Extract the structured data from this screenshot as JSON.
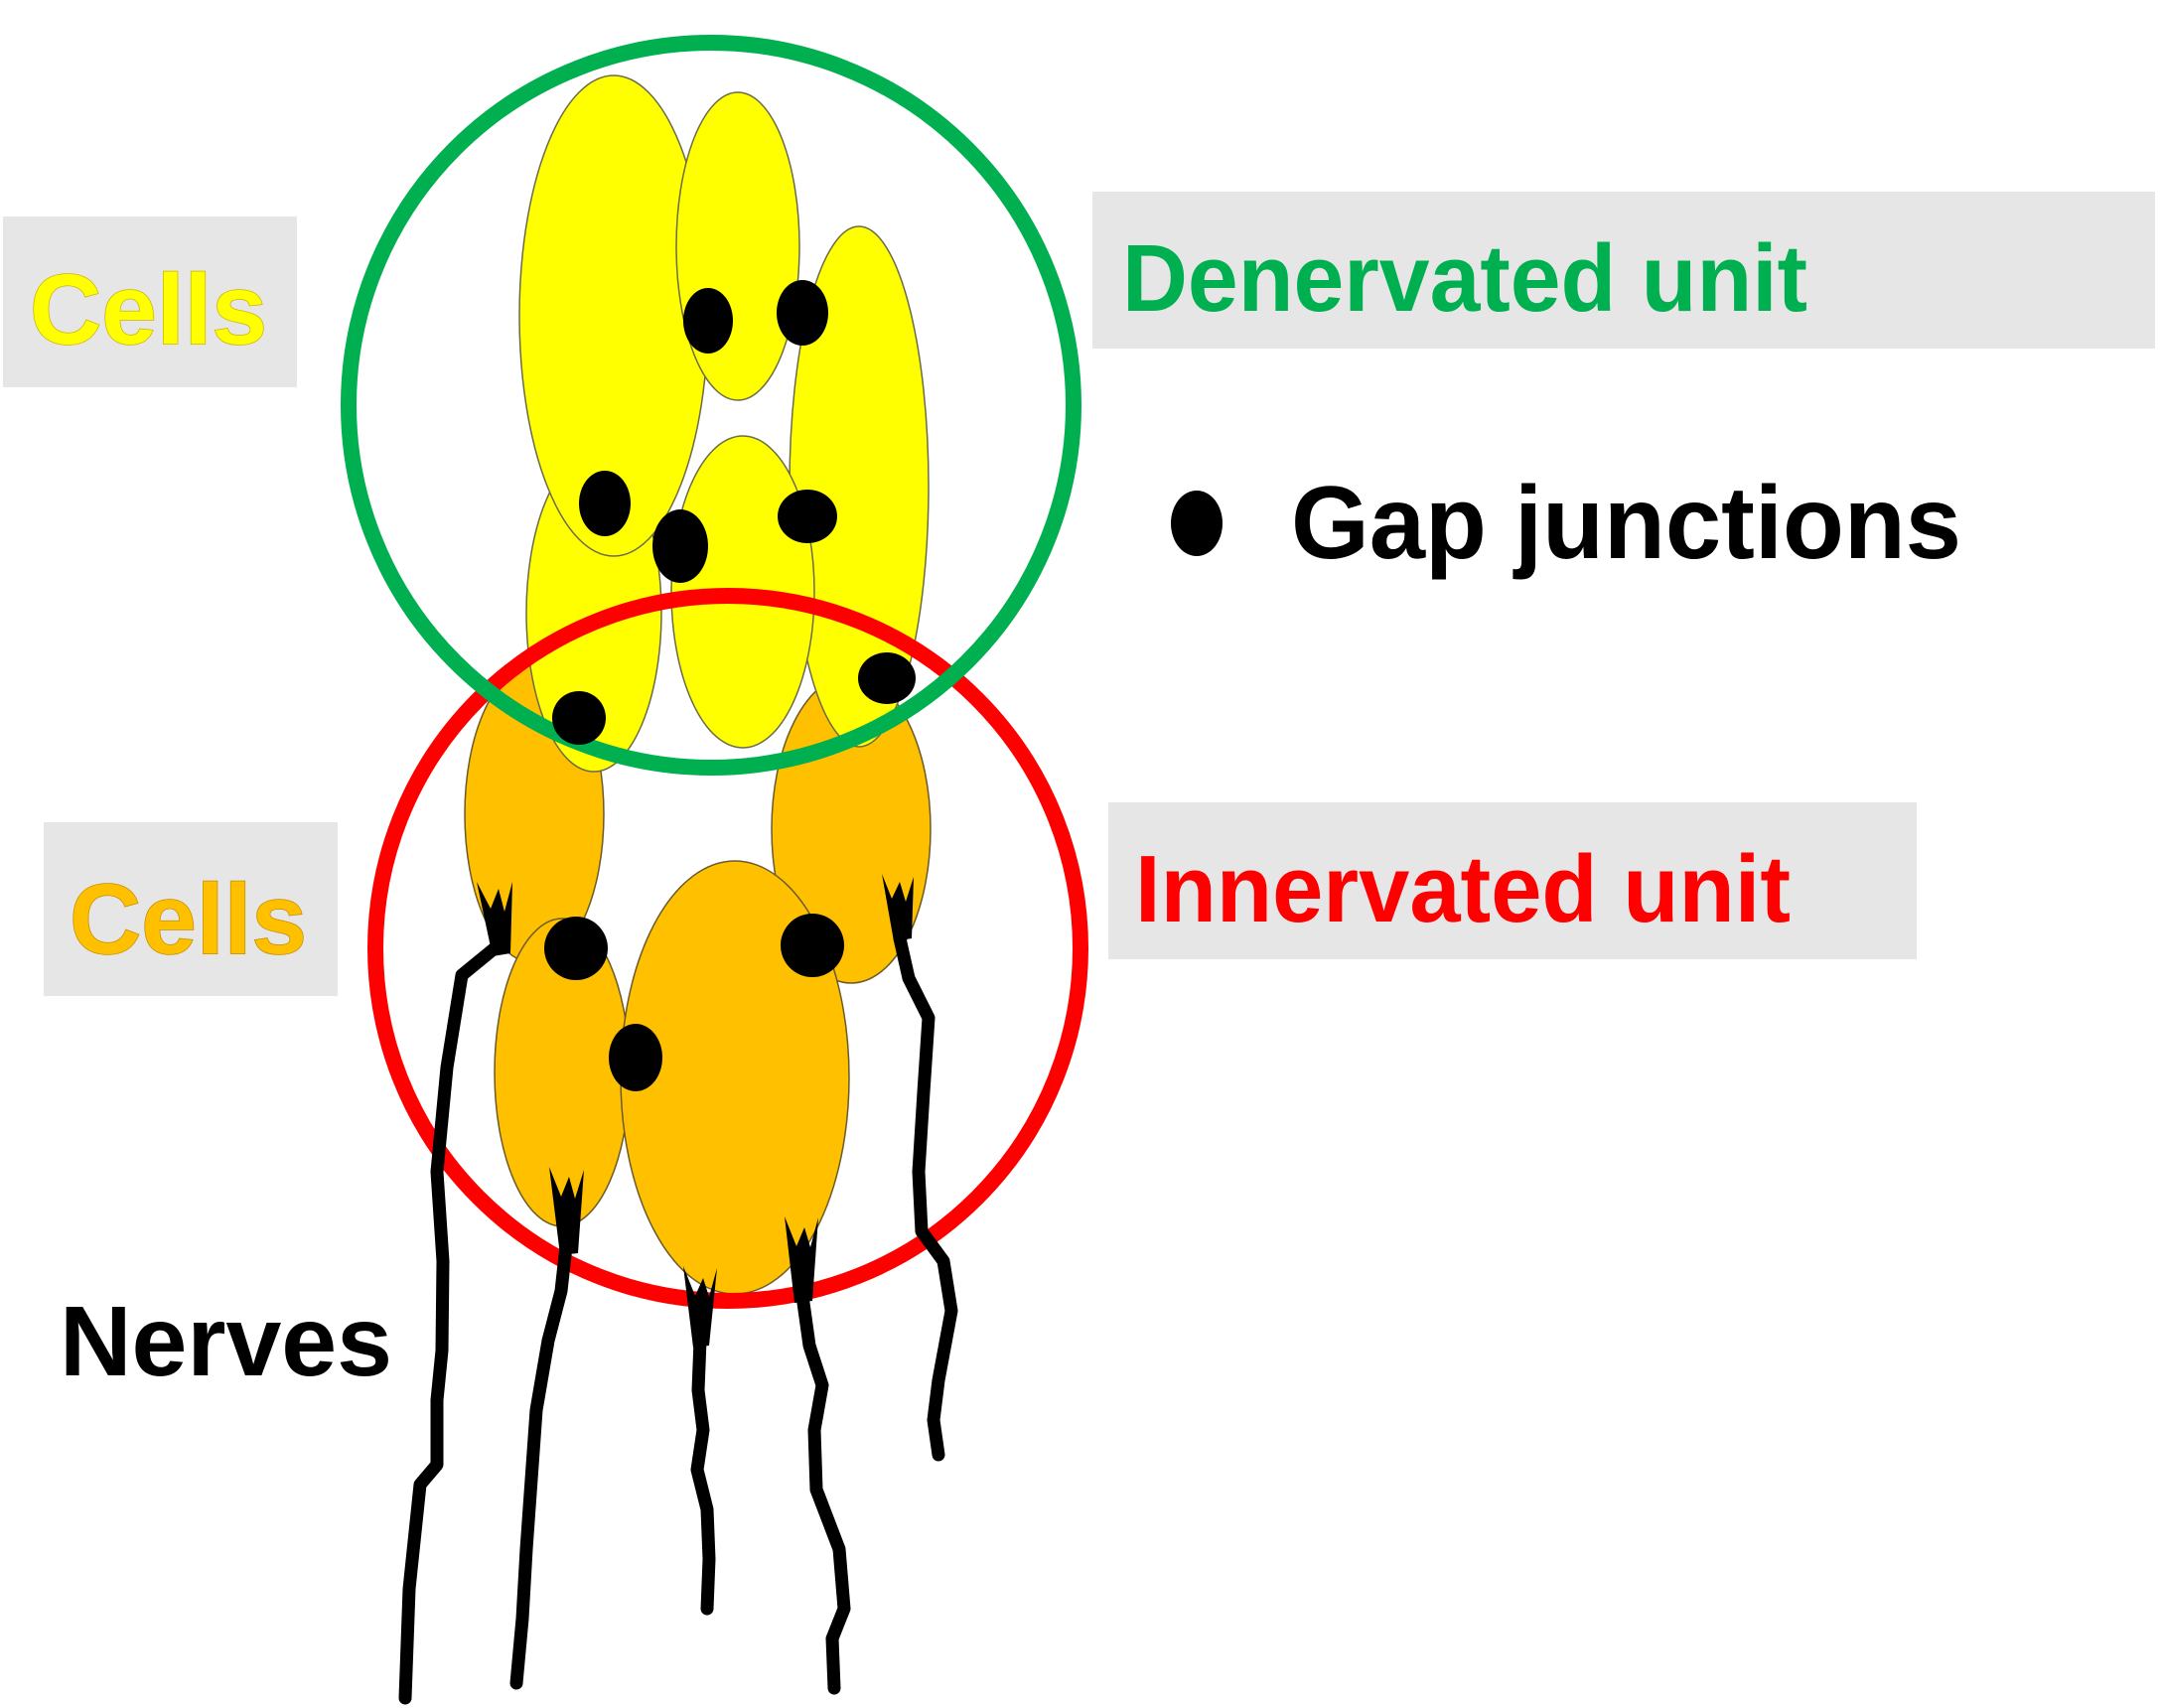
{
  "labels": {
    "cells_top": "Cells",
    "cells_bottom": "Cells",
    "denervated": "Denervated unit",
    "gap_junctions": "Gap junctions",
    "innervated": "Innervated unit",
    "nerves": "Nerves"
  },
  "colors": {
    "denervated_circle": "#00b050",
    "innervated_circle": "#ff0000",
    "denervated_cells": "#ffff00",
    "innervated_cells": "#ffc000",
    "gap_junction": "#000000",
    "nerve": "#000000",
    "label_box": "#e6e6e6"
  }
}
